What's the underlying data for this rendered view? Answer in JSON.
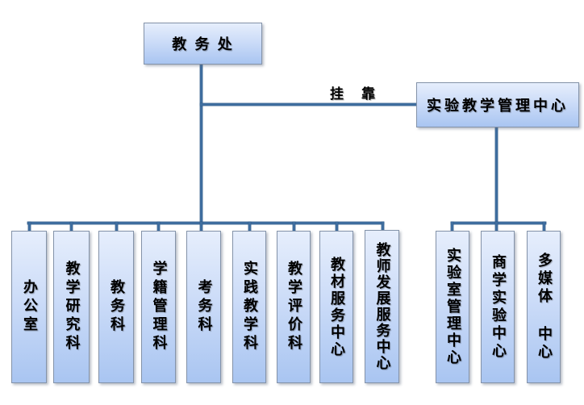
{
  "org_chart": {
    "root": {
      "label": "教 务 处"
    },
    "affiliation": {
      "label": "挂 靠"
    },
    "affiliated_center": {
      "label": "实验教学管理中心"
    },
    "departments": [
      {
        "label": "办公室"
      },
      {
        "label": "教学研究科"
      },
      {
        "label": "教务科"
      },
      {
        "label": "学籍管理科"
      },
      {
        "label": "考务科"
      },
      {
        "label": "实践教学科"
      },
      {
        "label": "教学评价科"
      },
      {
        "label": "教材服务中心"
      },
      {
        "label": "教师发展服务中心"
      }
    ],
    "affiliated_children": [
      {
        "label": "实验室管理中心"
      },
      {
        "label": "商学实验中心"
      },
      {
        "label": "多媒体 中心"
      }
    ],
    "colors": {
      "connector": "#3e6d9e",
      "box_fill_top": "#e6eefc",
      "box_fill_bottom": "#a9c5f1",
      "box_border": "#8493a9",
      "text": "#000000",
      "background": "#ffffff"
    }
  }
}
